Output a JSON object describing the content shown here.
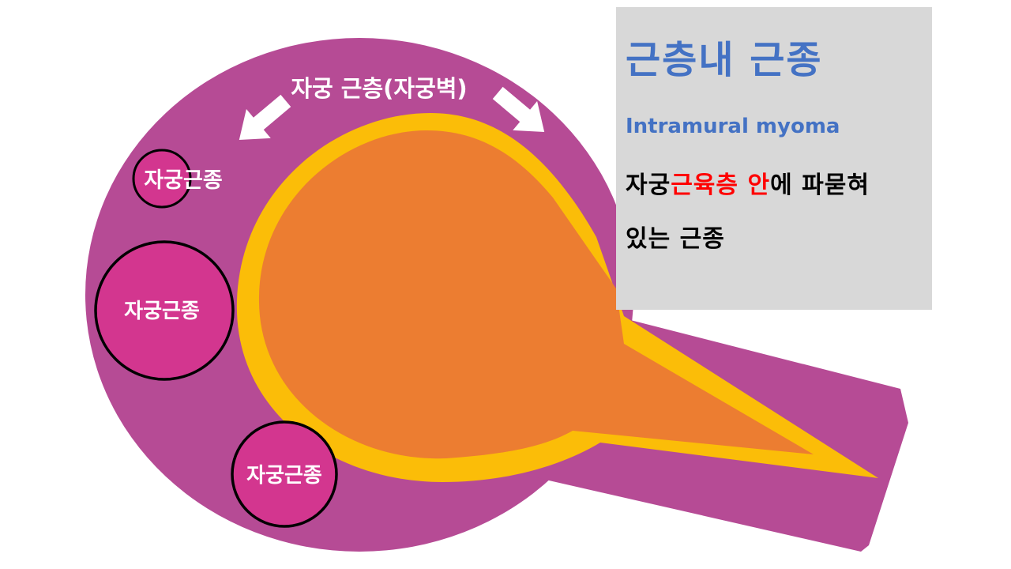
{
  "colors": {
    "wall": "#b64b95",
    "lining": "#fbbd08",
    "cavity": "#ec7d31",
    "myoma": "#d3368f",
    "arrow": "#ffffff",
    "title": "#4472c4",
    "highlight": "#ff0000",
    "panel_bg": "#d8d8d8"
  },
  "diagram": {
    "wall_label": "자궁 근층(자궁벽)",
    "myoma_labels": [
      "자궁근종",
      "자궁근종",
      "자궁근종"
    ]
  },
  "panel": {
    "title": "근층내 근종",
    "subtitle": "Intramural myoma",
    "desc_1": "자궁",
    "desc_2": "근육층",
    "desc_3": " ",
    "desc_4": "안",
    "desc_5": "에 파묻혀",
    "desc_6": "있는 근종"
  }
}
